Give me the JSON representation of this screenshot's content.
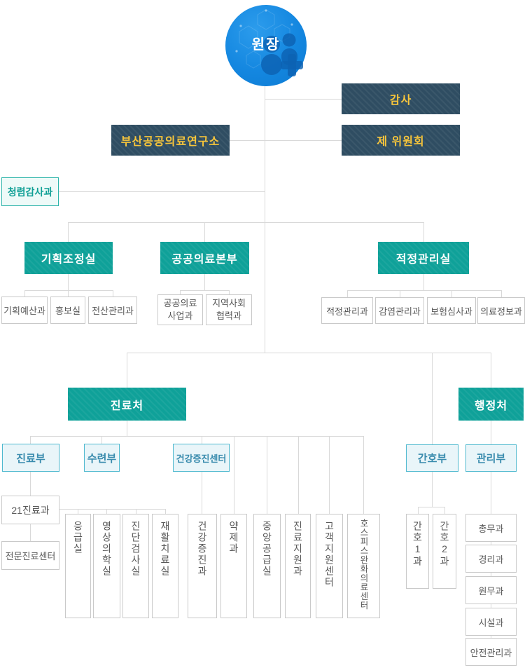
{
  "colors": {
    "navy_box": "#2f4d62",
    "navy_text": "#f7c437",
    "teal_box": "#0fa199",
    "teal_outline_box_border": "#2db4aa",
    "blue_outline_box_border": "#4fb9cf",
    "blue_outline_box_text": "#3a8cae",
    "gray_box_border": "#c9c9c9",
    "connector_line": "#d9d9d9",
    "director_circle": "#1487e0",
    "director_icon": "#0c62b2"
  },
  "director": {
    "label": "원장"
  },
  "staff": {
    "audit": "감사",
    "committees": "제 위원회",
    "research_institute": "부산공공의료연구소",
    "integrity_audit": "청렴감사과"
  },
  "offices": {
    "planning": {
      "label": "기획조정실",
      "children": [
        "기획예산과",
        "홍보실",
        "전산관리과"
      ]
    },
    "public_health": {
      "label": "공공의료본부",
      "children": [
        "공공의료\n사업과",
        "지역사회\n협력과"
      ]
    },
    "quality": {
      "label": "적정관리실",
      "children": [
        "적정관리과",
        "감염관리과",
        "보험심사과",
        "의료정보과"
      ]
    }
  },
  "medical_office": {
    "label": "진료처",
    "medical_dept": {
      "label": "진료부",
      "children": [
        "21진료과",
        "전문진료센터"
      ]
    },
    "training_dept": {
      "label": "수련부"
    },
    "health_center": {
      "label": "건강증진센터",
      "child": "건강증진과"
    },
    "clinical_units": [
      "응급실",
      "영상의학실",
      "진단검사실",
      "재활치료실"
    ],
    "support_units": [
      "약제과",
      "중앙공급실",
      "진료지원과",
      "고객지원센터",
      "호스피스완화의료센터"
    ]
  },
  "admin_office": {
    "label": "행정처",
    "nursing_dept": {
      "label": "간호부",
      "children": [
        "간호1과",
        "간호2과"
      ]
    },
    "management_dept": {
      "label": "관리부",
      "children": [
        "총무과",
        "경리과",
        "원무과",
        "시설과",
        "안전관리과"
      ]
    }
  }
}
